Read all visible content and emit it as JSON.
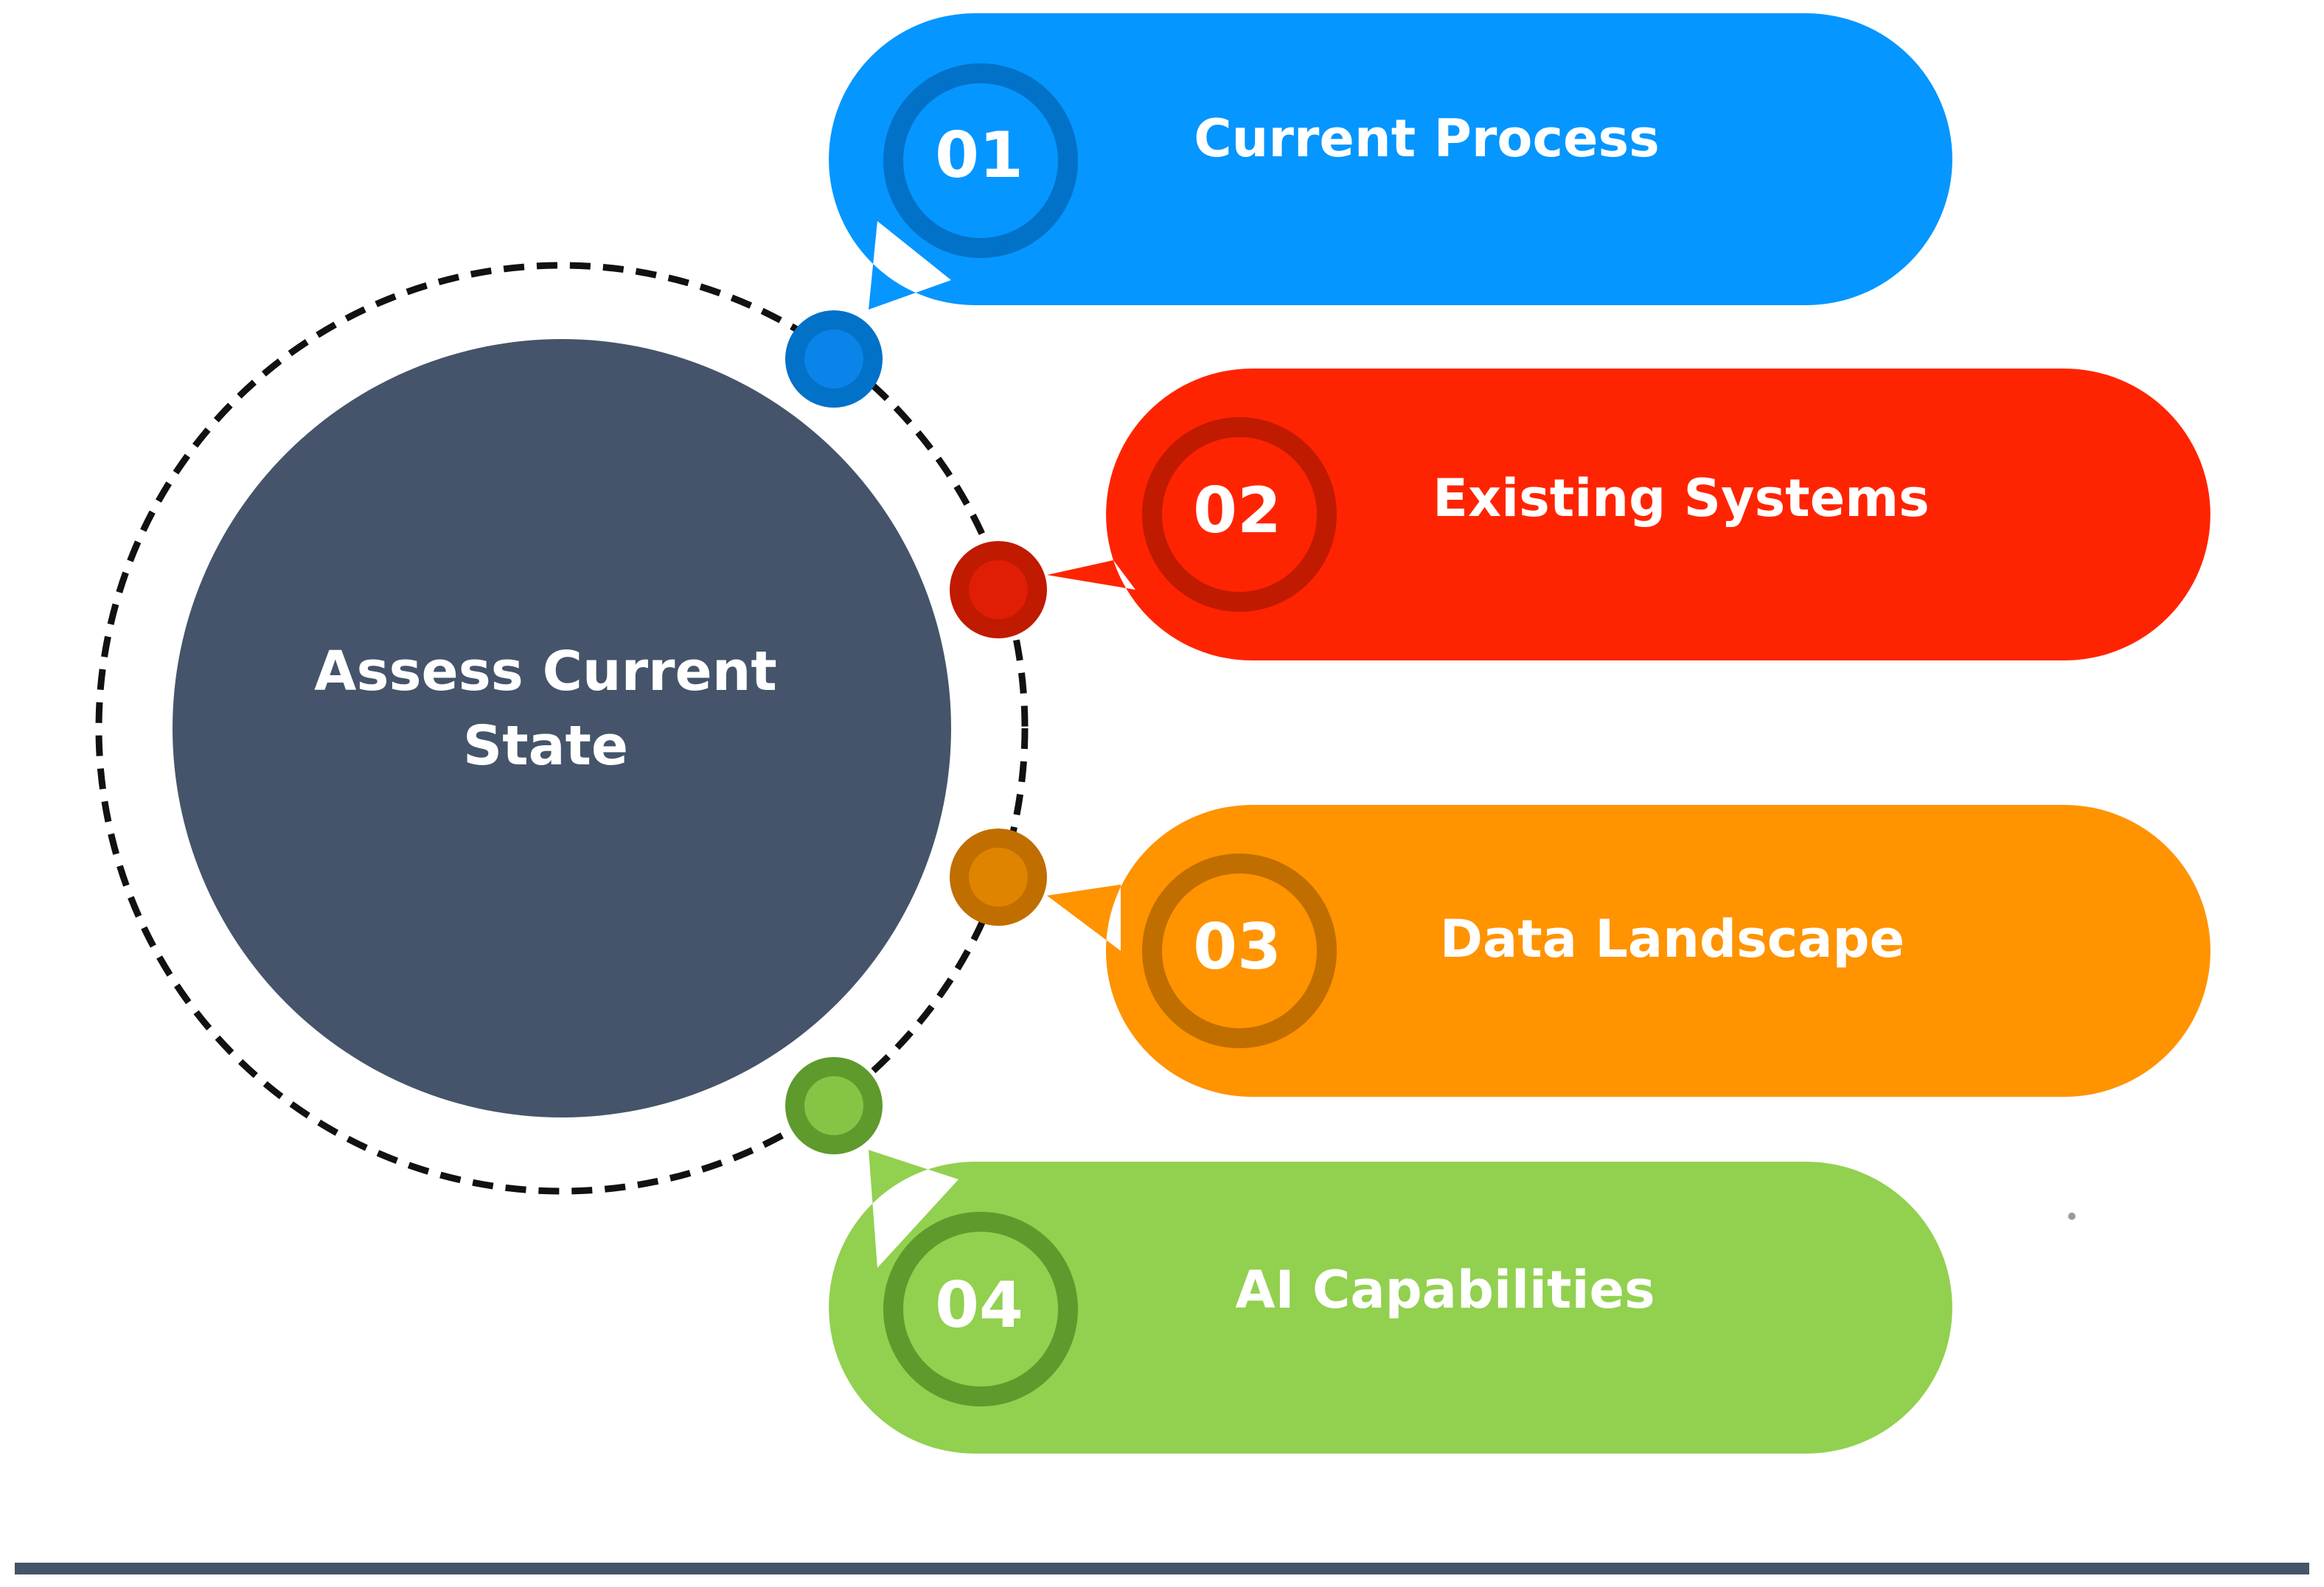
{
  "center": {
    "title_line1": "Assess Current",
    "title_line2": "State",
    "color": "#45546A"
  },
  "steps": [
    {
      "number": "01",
      "label": "Current Process",
      "color": "#0596FF",
      "dark": "#0271C8",
      "connector": "#0A84E8"
    },
    {
      "number": "02",
      "label": "Existing Systems",
      "color": "#FF2401",
      "dark": "#C01A00",
      "connector": "#E01E05"
    },
    {
      "number": "03",
      "label": "Data Landscape",
      "color": "#FF9300",
      "dark": "#C06E00",
      "connector": "#E08300"
    },
    {
      "number": "04",
      "label": "AI Capabilities",
      "color": "#92D050",
      "dark": "#5F9A2C",
      "connector": "#86C446"
    }
  ],
  "footer_rule_color": "#45546A"
}
